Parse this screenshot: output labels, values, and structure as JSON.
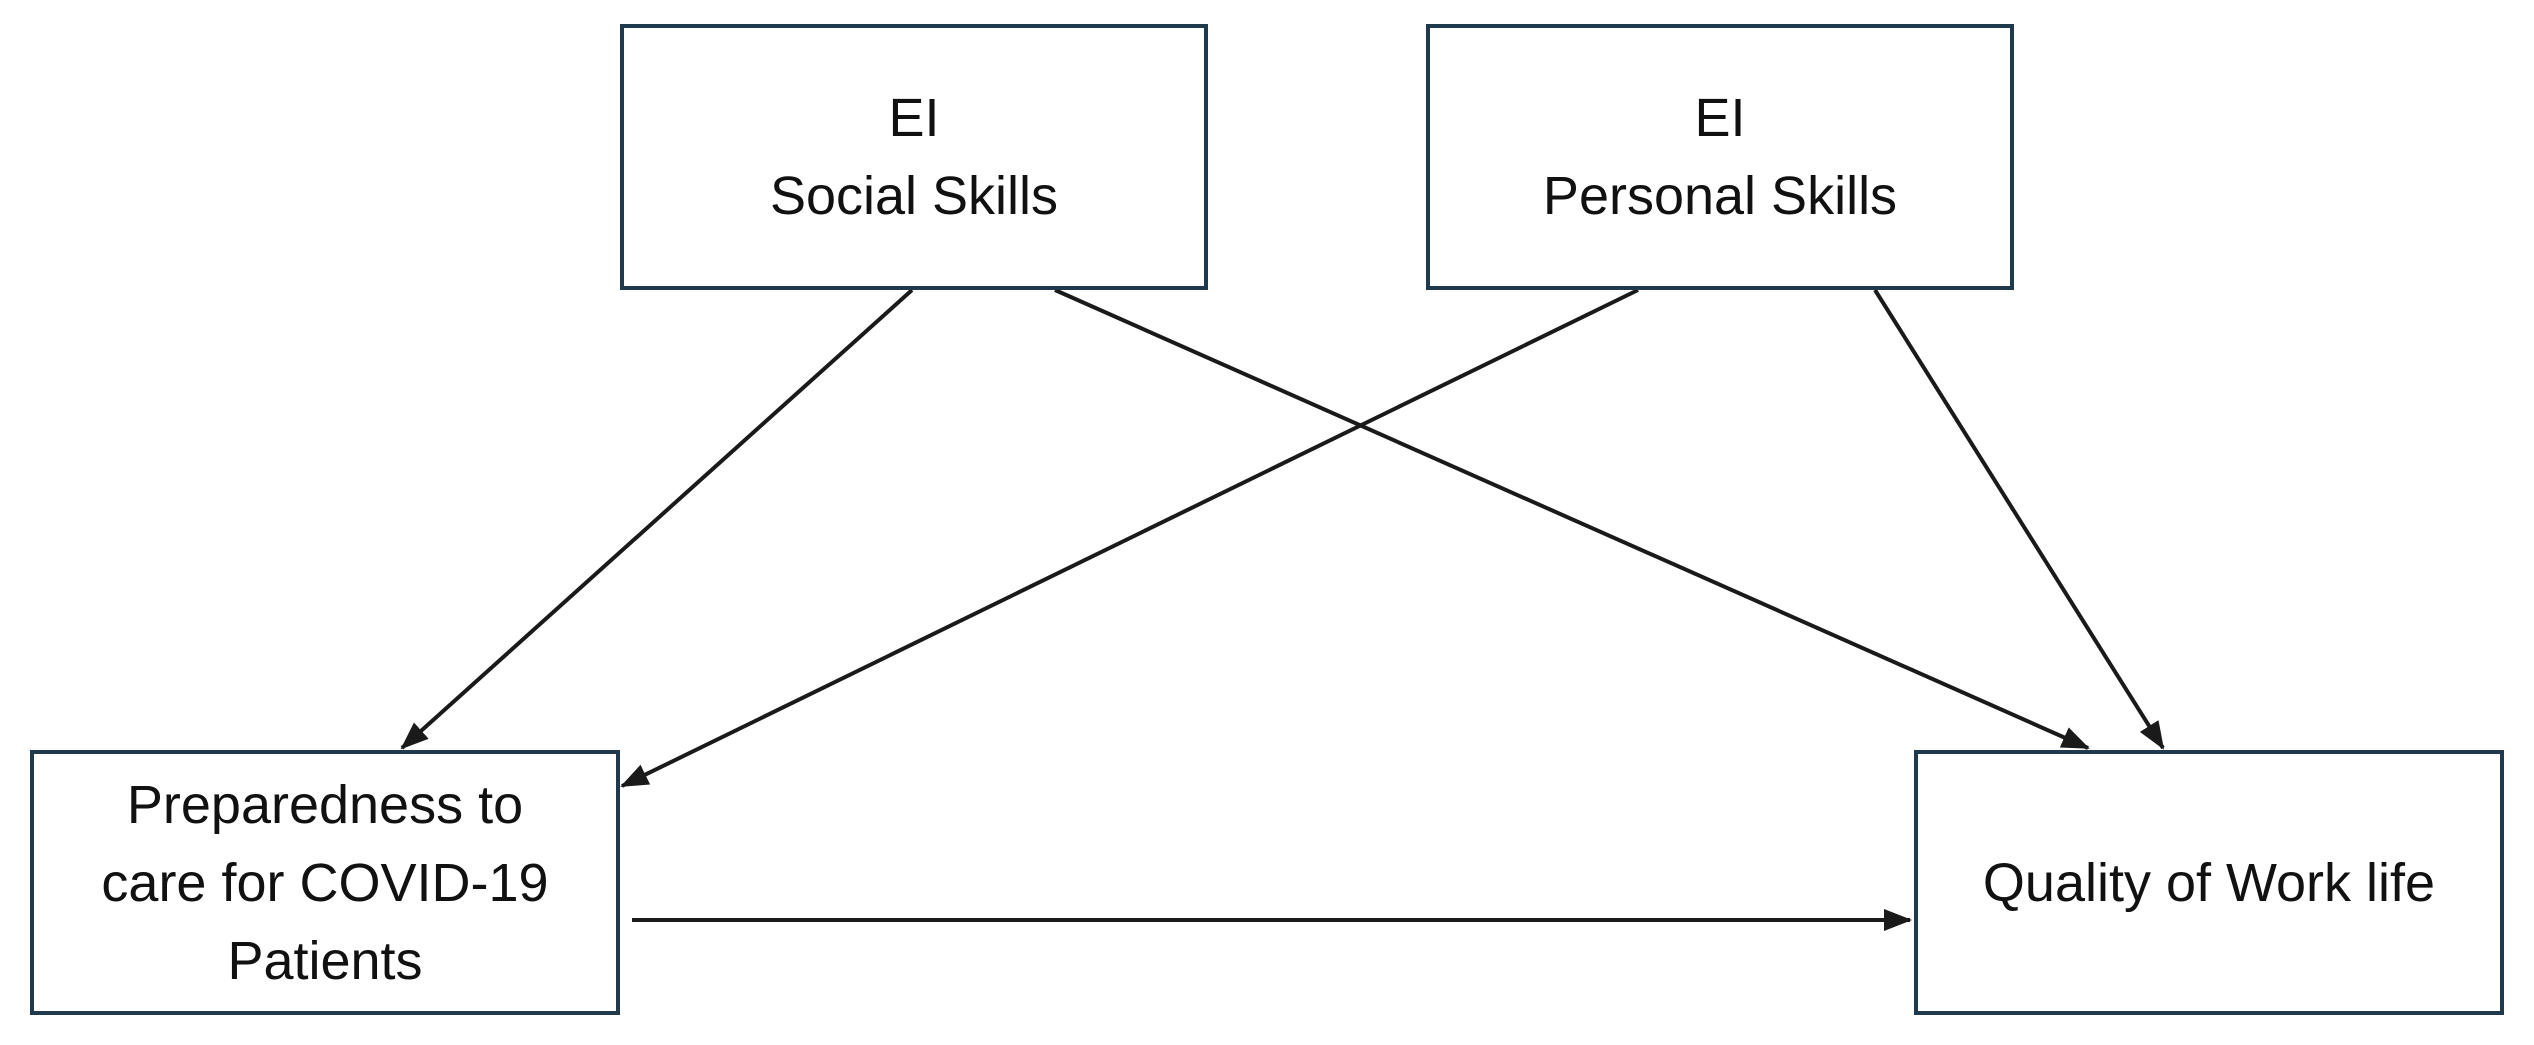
{
  "style": {
    "line_color": "#1a1a1a",
    "box_border_color": "#1f3a4d",
    "text_color": "#111111",
    "background": "#ffffff"
  },
  "nodes": {
    "social_skills": {
      "line1": "EI",
      "line2": "Social Skills"
    },
    "personal_skills": {
      "line1": "EI",
      "line2": "Personal Skills"
    },
    "preparedness": {
      "line1": "Preparedness to",
      "line2": "care for COVID-19",
      "line3": "Patients"
    },
    "quality_of_work_life": {
      "line1": "Quality of Work life"
    }
  },
  "edges": [
    {
      "from": "social_skills",
      "to": "preparedness"
    },
    {
      "from": "social_skills",
      "to": "quality_of_work_life"
    },
    {
      "from": "personal_skills",
      "to": "preparedness"
    },
    {
      "from": "personal_skills",
      "to": "quality_of_work_life"
    },
    {
      "from": "preparedness",
      "to": "quality_of_work_life"
    }
  ]
}
